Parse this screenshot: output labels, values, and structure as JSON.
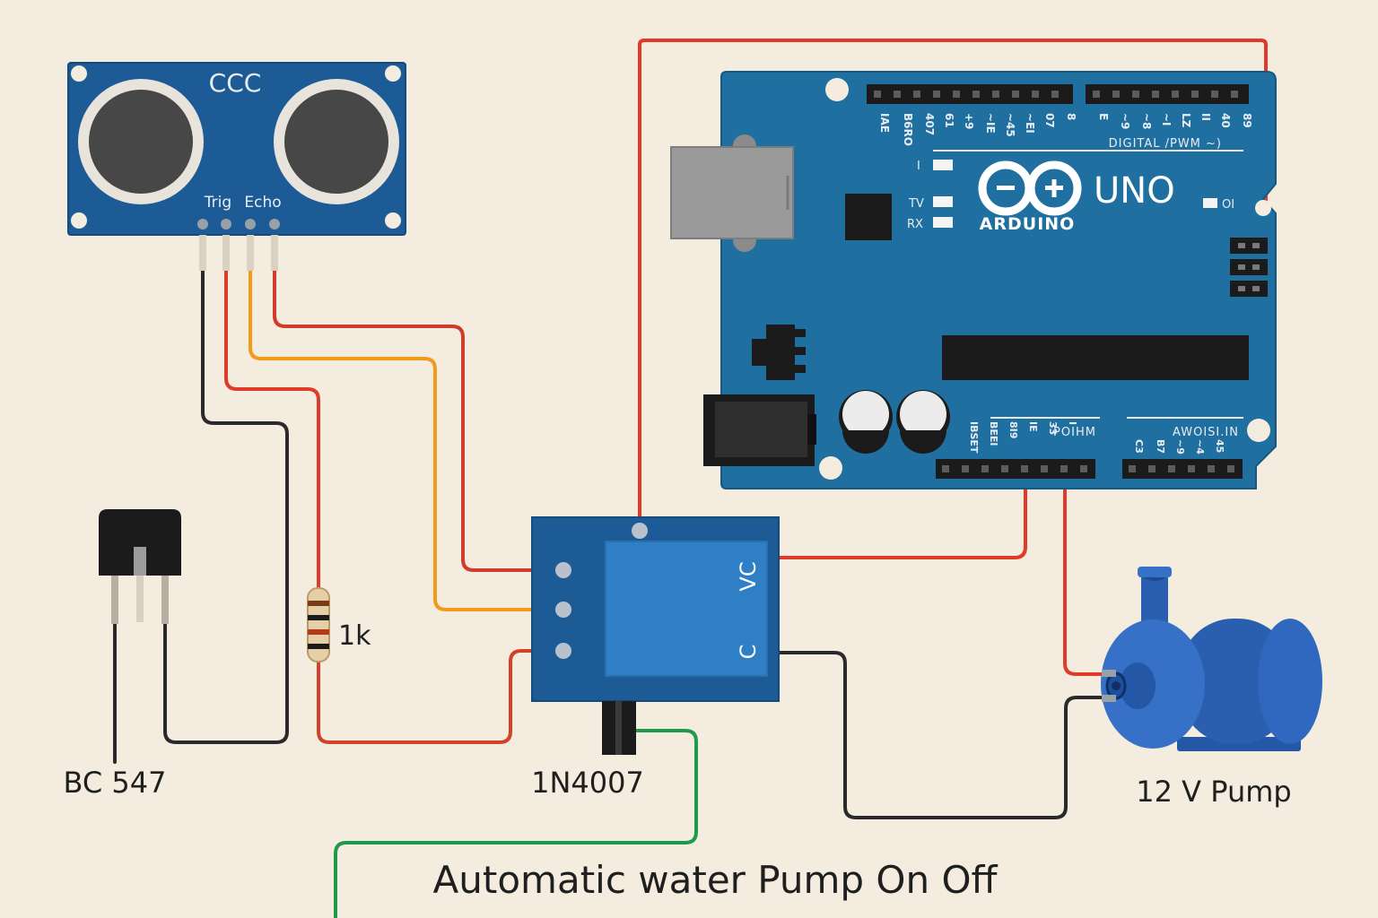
{
  "title": "Automatic water Pump On Off",
  "colors": {
    "background": "#f3ecdf",
    "board_blue": "#1f6fa0",
    "sensor_blue": "#1c5b95",
    "relay_blue": "#2f7fc6",
    "wire_red": "#e03a2a",
    "wire_orange": "#f39a1b",
    "wire_black": "#2a2a2a",
    "wire_green": "#1f9a4a",
    "pump_blue": "#2a5fb0"
  },
  "sensor": {
    "label": "CCC",
    "pin_trig": "Trig",
    "pin_echo": "Echo"
  },
  "arduino": {
    "brand": "ARDUINO",
    "model": "UNO",
    "digital_label": "DIGITAL /PWM ~)",
    "led_l": "I",
    "led_tx": "TV",
    "led_rx": "RX",
    "led_on": "OI",
    "power_label": "POIHM",
    "analog_label": "AWOISI.IN",
    "digital_pins": [
      "IAE",
      "B6RO",
      "407",
      "61",
      "+9",
      "~IE",
      "~45",
      "~EI",
      "07",
      "8",
      "E",
      "~9",
      "~8",
      "~I",
      "LZ",
      "II",
      "40",
      "89"
    ],
    "power_pins": [
      "IBSET",
      "BEEI",
      "8I9",
      "IE",
      "33",
      "I"
    ],
    "analog_pins": [
      "C3",
      "B7",
      "~9",
      "~4",
      "45"
    ]
  },
  "relay": {
    "label_vc": "VC",
    "label_c": "C"
  },
  "components": {
    "transistor": "BC 547",
    "resistor": "1k",
    "diode": "1N4007",
    "pump": "12 V Pump"
  }
}
